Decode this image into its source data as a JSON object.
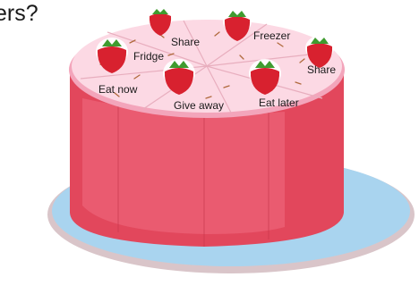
{
  "title": "ers?",
  "slices": [
    {
      "label": "Share",
      "id": "share-top"
    },
    {
      "label": "Freezer",
      "id": "freezer"
    },
    {
      "label": "Fridge",
      "id": "fridge"
    },
    {
      "label": "Share",
      "id": "share-right"
    },
    {
      "label": "Eat now",
      "id": "eat-now"
    },
    {
      "label": "Give away",
      "id": "give-away"
    },
    {
      "label": "Eat later",
      "id": "eat-later"
    }
  ],
  "colors": {
    "plate": "#a9d4ef",
    "plate_rim": "#d9c5c9",
    "cake_side": "#e2475c",
    "cake_side_light": "#f06b82",
    "cake_top": "#fcd9e4",
    "frosting_edge": "#f3a5bb",
    "strawberry": "#d8212f",
    "leaf": "#3f9b2f"
  }
}
